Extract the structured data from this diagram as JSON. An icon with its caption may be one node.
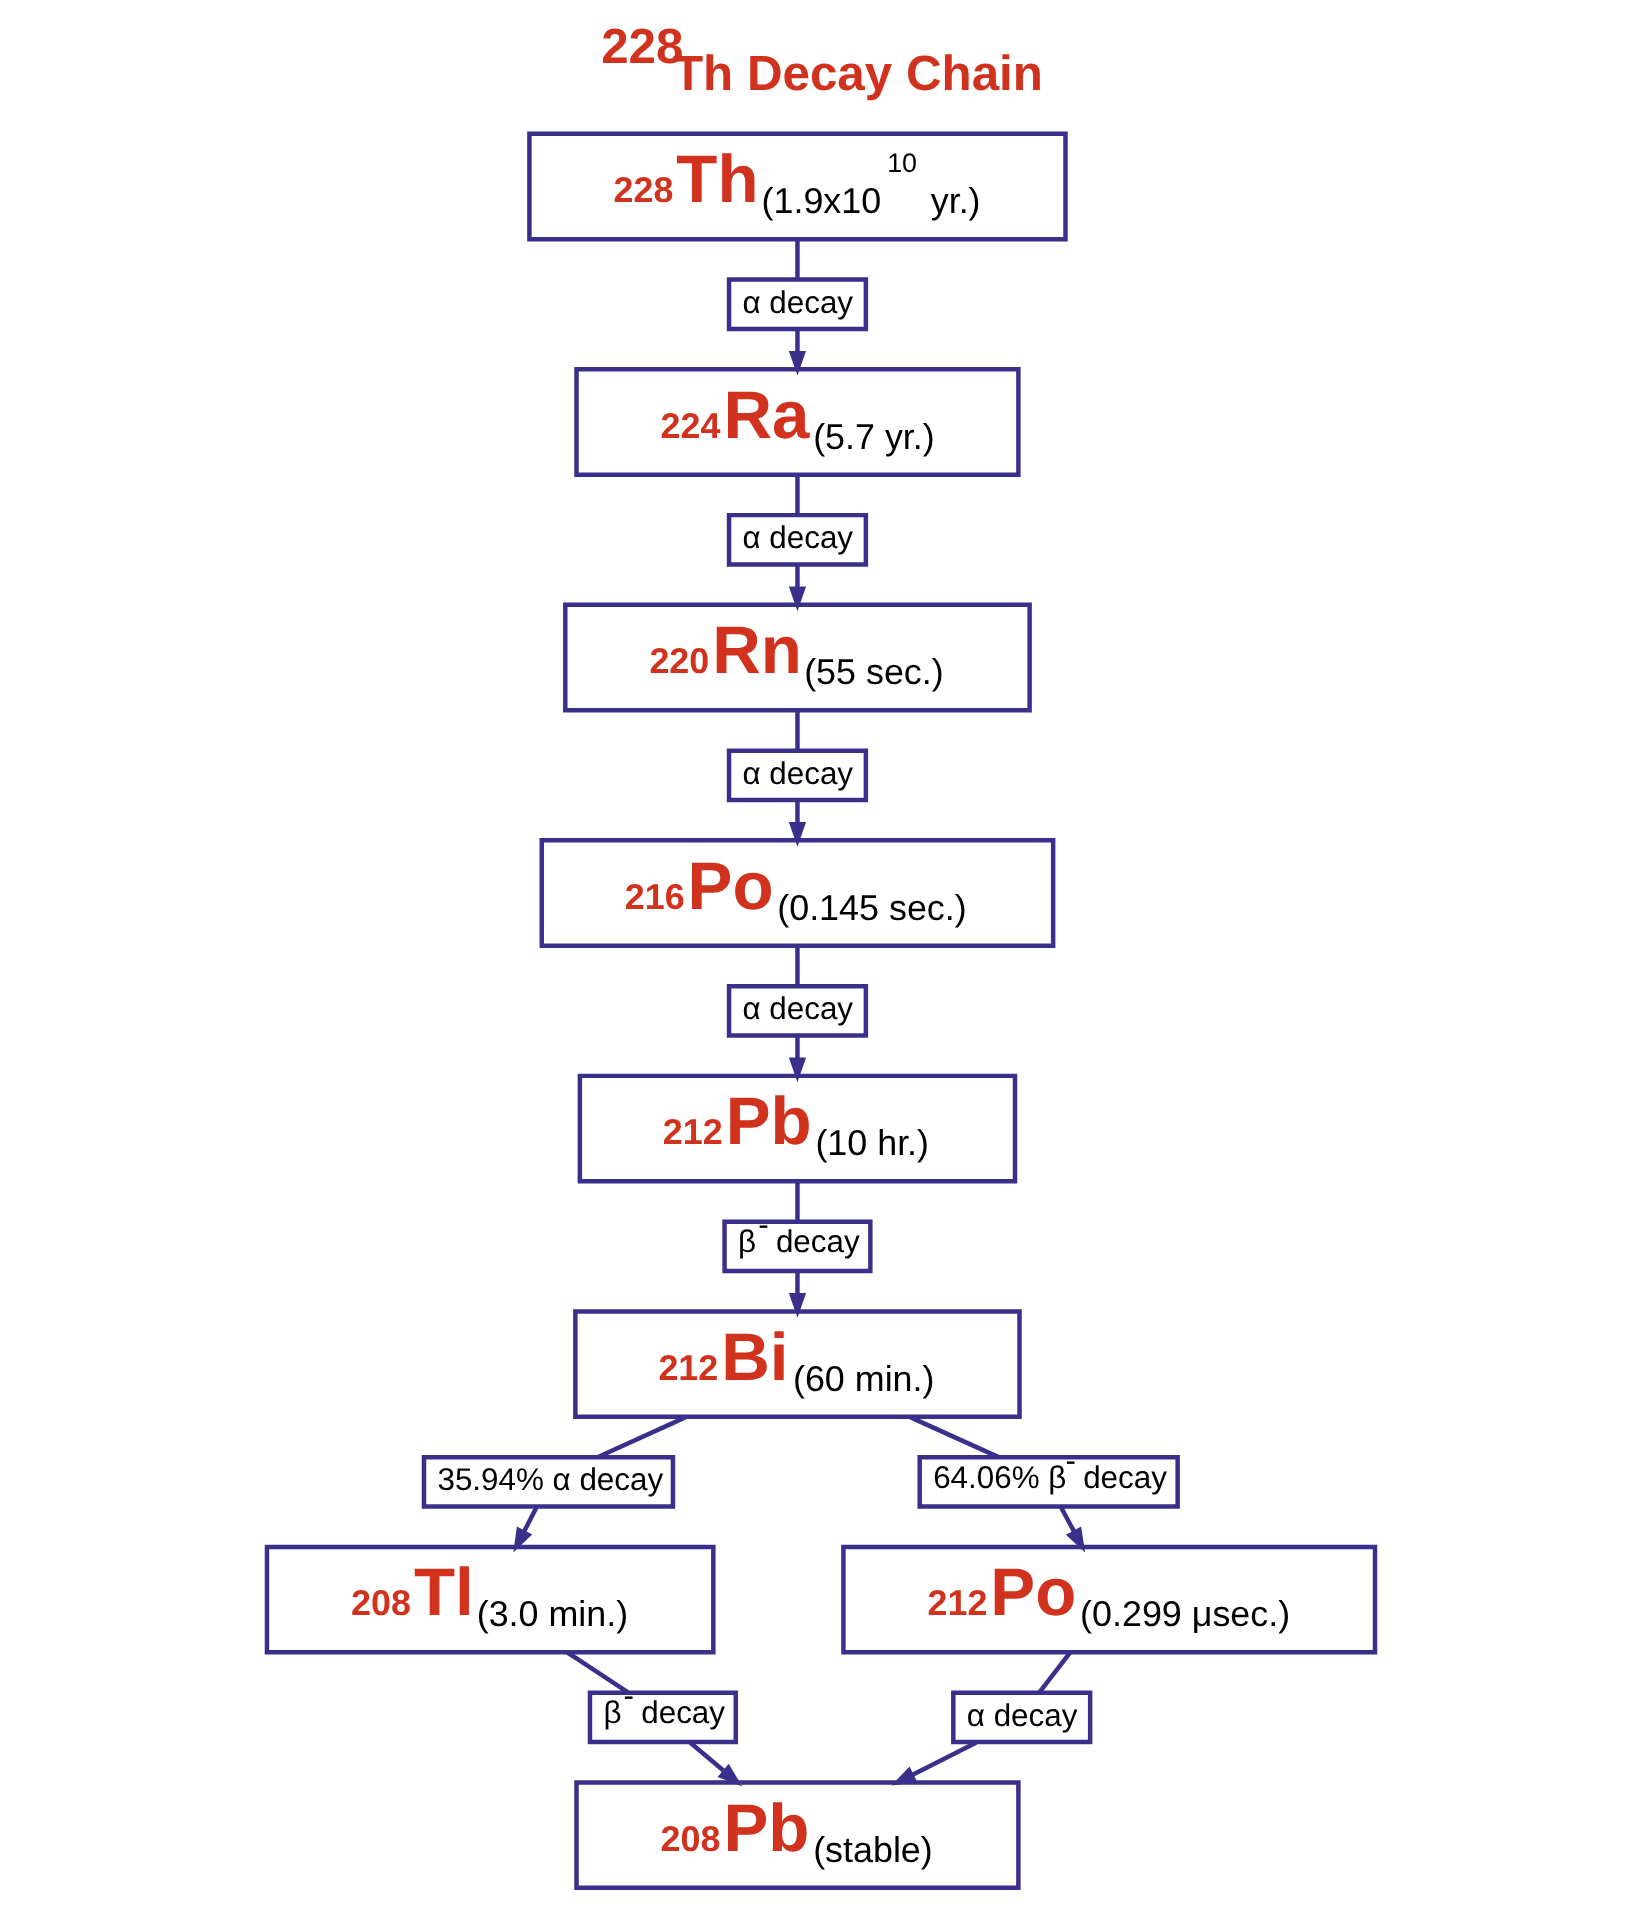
{
  "diagram": {
    "title": "$^{228}$Th Decay Chain",
    "nodes": [
      {
        "text": [
          "$^{228}$Th",
          "(1.9x10$^{10}$ yr.)"
        ]
      },
      {
        "text": [
          "α decay"
        ]
      },
      {
        "text": [
          "$^{224}$Ra",
          "(5.7 yr.)"
        ]
      },
      {
        "text": [
          "α decay"
        ]
      },
      {
        "text": [
          "$^{220}$Rn",
          "(55 sec.)"
        ]
      },
      {
        "text": [
          "α decay"
        ]
      },
      {
        "text": [
          "$^{216}$Po",
          "(0.145 sec.)"
        ]
      },
      {
        "text": [
          "α decay"
        ]
      },
      {
        "text": [
          "$^{212}$Pb",
          "(10 hr.)"
        ]
      },
      {
        "text": [
          "β$^{-}$ decay"
        ]
      },
      {
        "text": [
          "$^{212}$Bi",
          "(60 min.)"
        ]
      },
      {
        "text": [
          "35.94% α decay"
        ]
      },
      {
        "text": [
          "64.06% β$^{-}$ decay"
        ]
      },
      {
        "text": [
          "$^{208}$Tl",
          "(3.0 min.)"
        ]
      },
      {
        "text": [
          "$^{212}$Po",
          "(0.299 μsec.)"
        ]
      },
      {
        "text": [
          "β$^{-}$ decay"
        ]
      },
      {
        "text": [
          "α decay"
        ]
      },
      {
        "text": [
          "$^{208}$Pb",
          "(stable)"
        ]
      }
    ],
    "edges": [
      {
        "from": 0,
        "to": 1,
        "arrow": "none"
      },
      {
        "from": 1,
        "to": 2,
        "arrow": "to"
      },
      {
        "from": 2,
        "to": 3,
        "arrow": "none"
      },
      {
        "from": 3,
        "to": 4,
        "arrow": "to"
      },
      {
        "from": 4,
        "to": 5,
        "arrow": "none"
      },
      {
        "from": 5,
        "to": 6,
        "arrow": "to"
      },
      {
        "from": 6,
        "to": 7,
        "arrow": "none"
      },
      {
        "from": 7,
        "to": 8,
        "arrow": "to"
      },
      {
        "from": 8,
        "to": 9,
        "arrow": "none"
      },
      {
        "from": 9,
        "to": 10,
        "arrow": "to"
      },
      {
        "from": 10,
        "to": 11,
        "arrow": "none"
      },
      {
        "from": 10,
        "to": 12,
        "arrow": "none"
      },
      {
        "from": 11,
        "to": 13,
        "arrow": "to"
      },
      {
        "from": 12,
        "to": 14,
        "arrow": "to"
      },
      {
        "from": 13,
        "to": 15,
        "arrow": "none"
      },
      {
        "from": 14,
        "to": 16,
        "arrow": "none"
      },
      {
        "from": 15,
        "to": 17,
        "arrow": "to"
      },
      {
        "from": 16,
        "to": 17,
        "arrow": "to"
      }
    ]
  }
}
